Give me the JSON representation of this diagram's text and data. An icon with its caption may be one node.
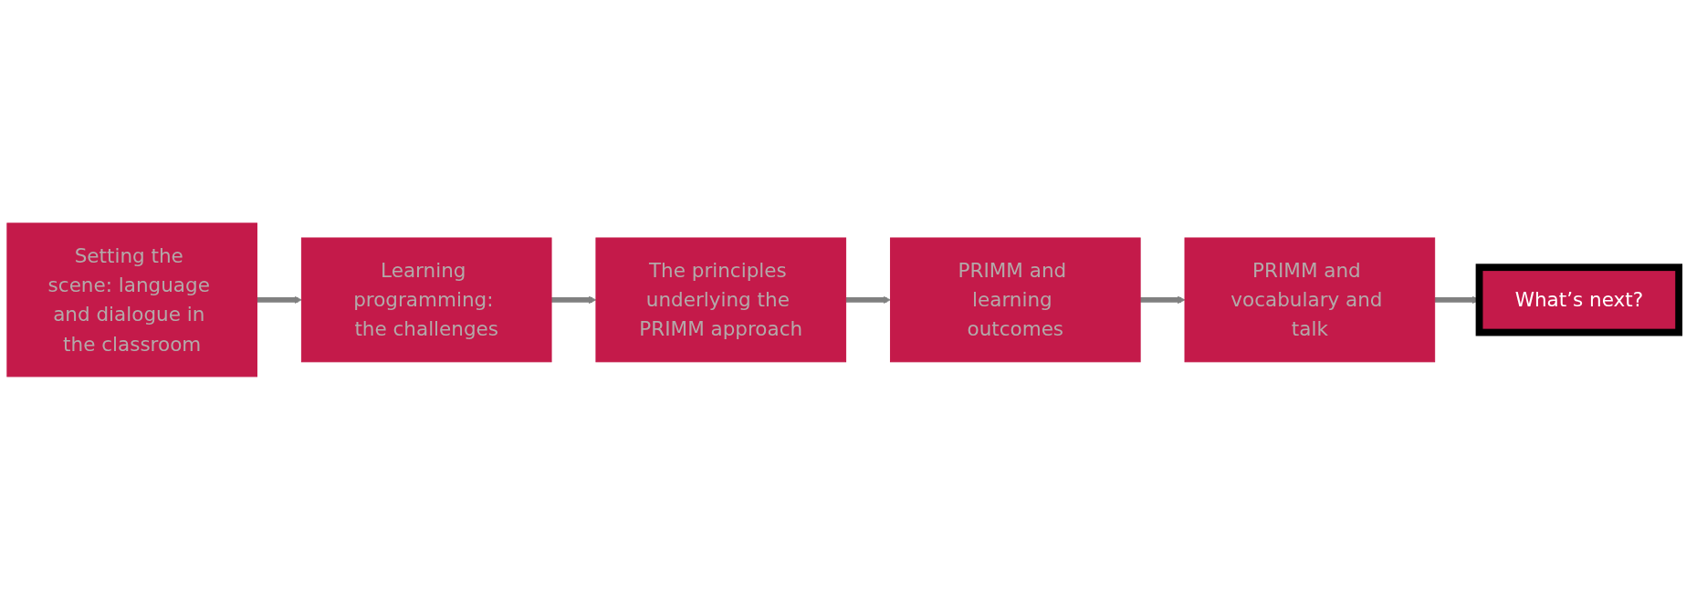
{
  "diagram": {
    "nodes": [
      {
        "text": [
          "Setting the scene: language and dialogue in the classroom"
        ]
      },
      {
        "text": [
          "Learning programming: the challenges"
        ]
      },
      {
        "text": [
          "The principles underlying the PRIMM approach"
        ]
      },
      {
        "text": [
          "PRIMM and learning outcomes"
        ]
      },
      {
        "text": [
          "PRIMM and vocabulary and talk"
        ]
      },
      {
        "text": [
          "What’s next?"
        ]
      }
    ],
    "edges": [
      {
        "from": 0,
        "to": 1,
        "arrow": "to"
      },
      {
        "from": 1,
        "to": 2,
        "arrow": "to"
      },
      {
        "from": 2,
        "to": 3,
        "arrow": "to"
      },
      {
        "from": 3,
        "to": 4,
        "arrow": "to"
      },
      {
        "from": 4,
        "to": 5,
        "arrow": "to"
      }
    ]
  }
}
